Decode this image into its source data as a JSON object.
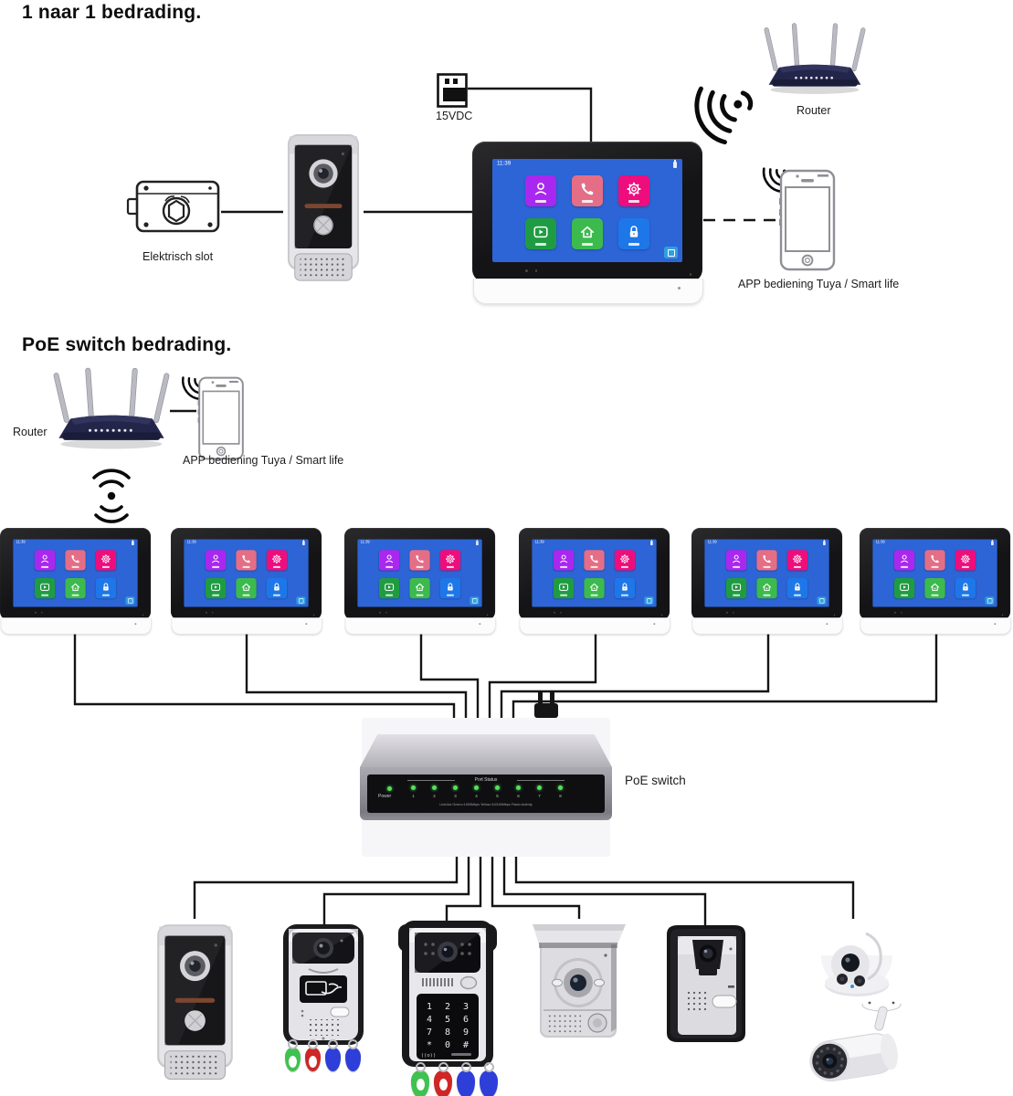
{
  "colors": {
    "screen_blue": "#2d65d6",
    "wire": "#141414",
    "led_green": "#55e05a",
    "corner_button_blue": "#2f9fe0"
  },
  "section1": {
    "title": "1 naar 1 bedrading.",
    "power_label": "15VDC",
    "lock_label": "Elektrisch slot",
    "router_label": "Router",
    "app_label": "APP bediening Tuya / Smart life"
  },
  "section2": {
    "title": "PoE switch bedrading.",
    "router_label": "Router",
    "app_label": "APP bediening Tuya / Smart life",
    "switch_label": "PoE switch"
  },
  "monitor": {
    "time": "11:39",
    "tiles": [
      {
        "name": "monitor-tile",
        "color": "#a928ef"
      },
      {
        "name": "intercom-tile",
        "color": "#e56e87"
      },
      {
        "name": "settings-tile",
        "color": "#ee0d7d"
      },
      {
        "name": "playback-tile",
        "color": "#1f9c42"
      },
      {
        "name": "home-tile",
        "color": "#3cba4e"
      },
      {
        "name": "lock-tile",
        "color": "#1e77e9"
      }
    ]
  },
  "poe_switch": {
    "power_label": "Power",
    "port_status_label": "Port Status",
    "ports": [
      "1",
      "2",
      "3",
      "4",
      "5",
      "6",
      "7",
      "8"
    ],
    "legend": "Link/Act Green=1000Mbps Yellow=10/100Mbps Flash=Activity"
  },
  "stations": {
    "keypad": [
      "1",
      "2",
      "3",
      "4",
      "5",
      "6",
      "7",
      "8",
      "9",
      "*",
      "0",
      "#"
    ],
    "rfid_mark": "((o))"
  }
}
